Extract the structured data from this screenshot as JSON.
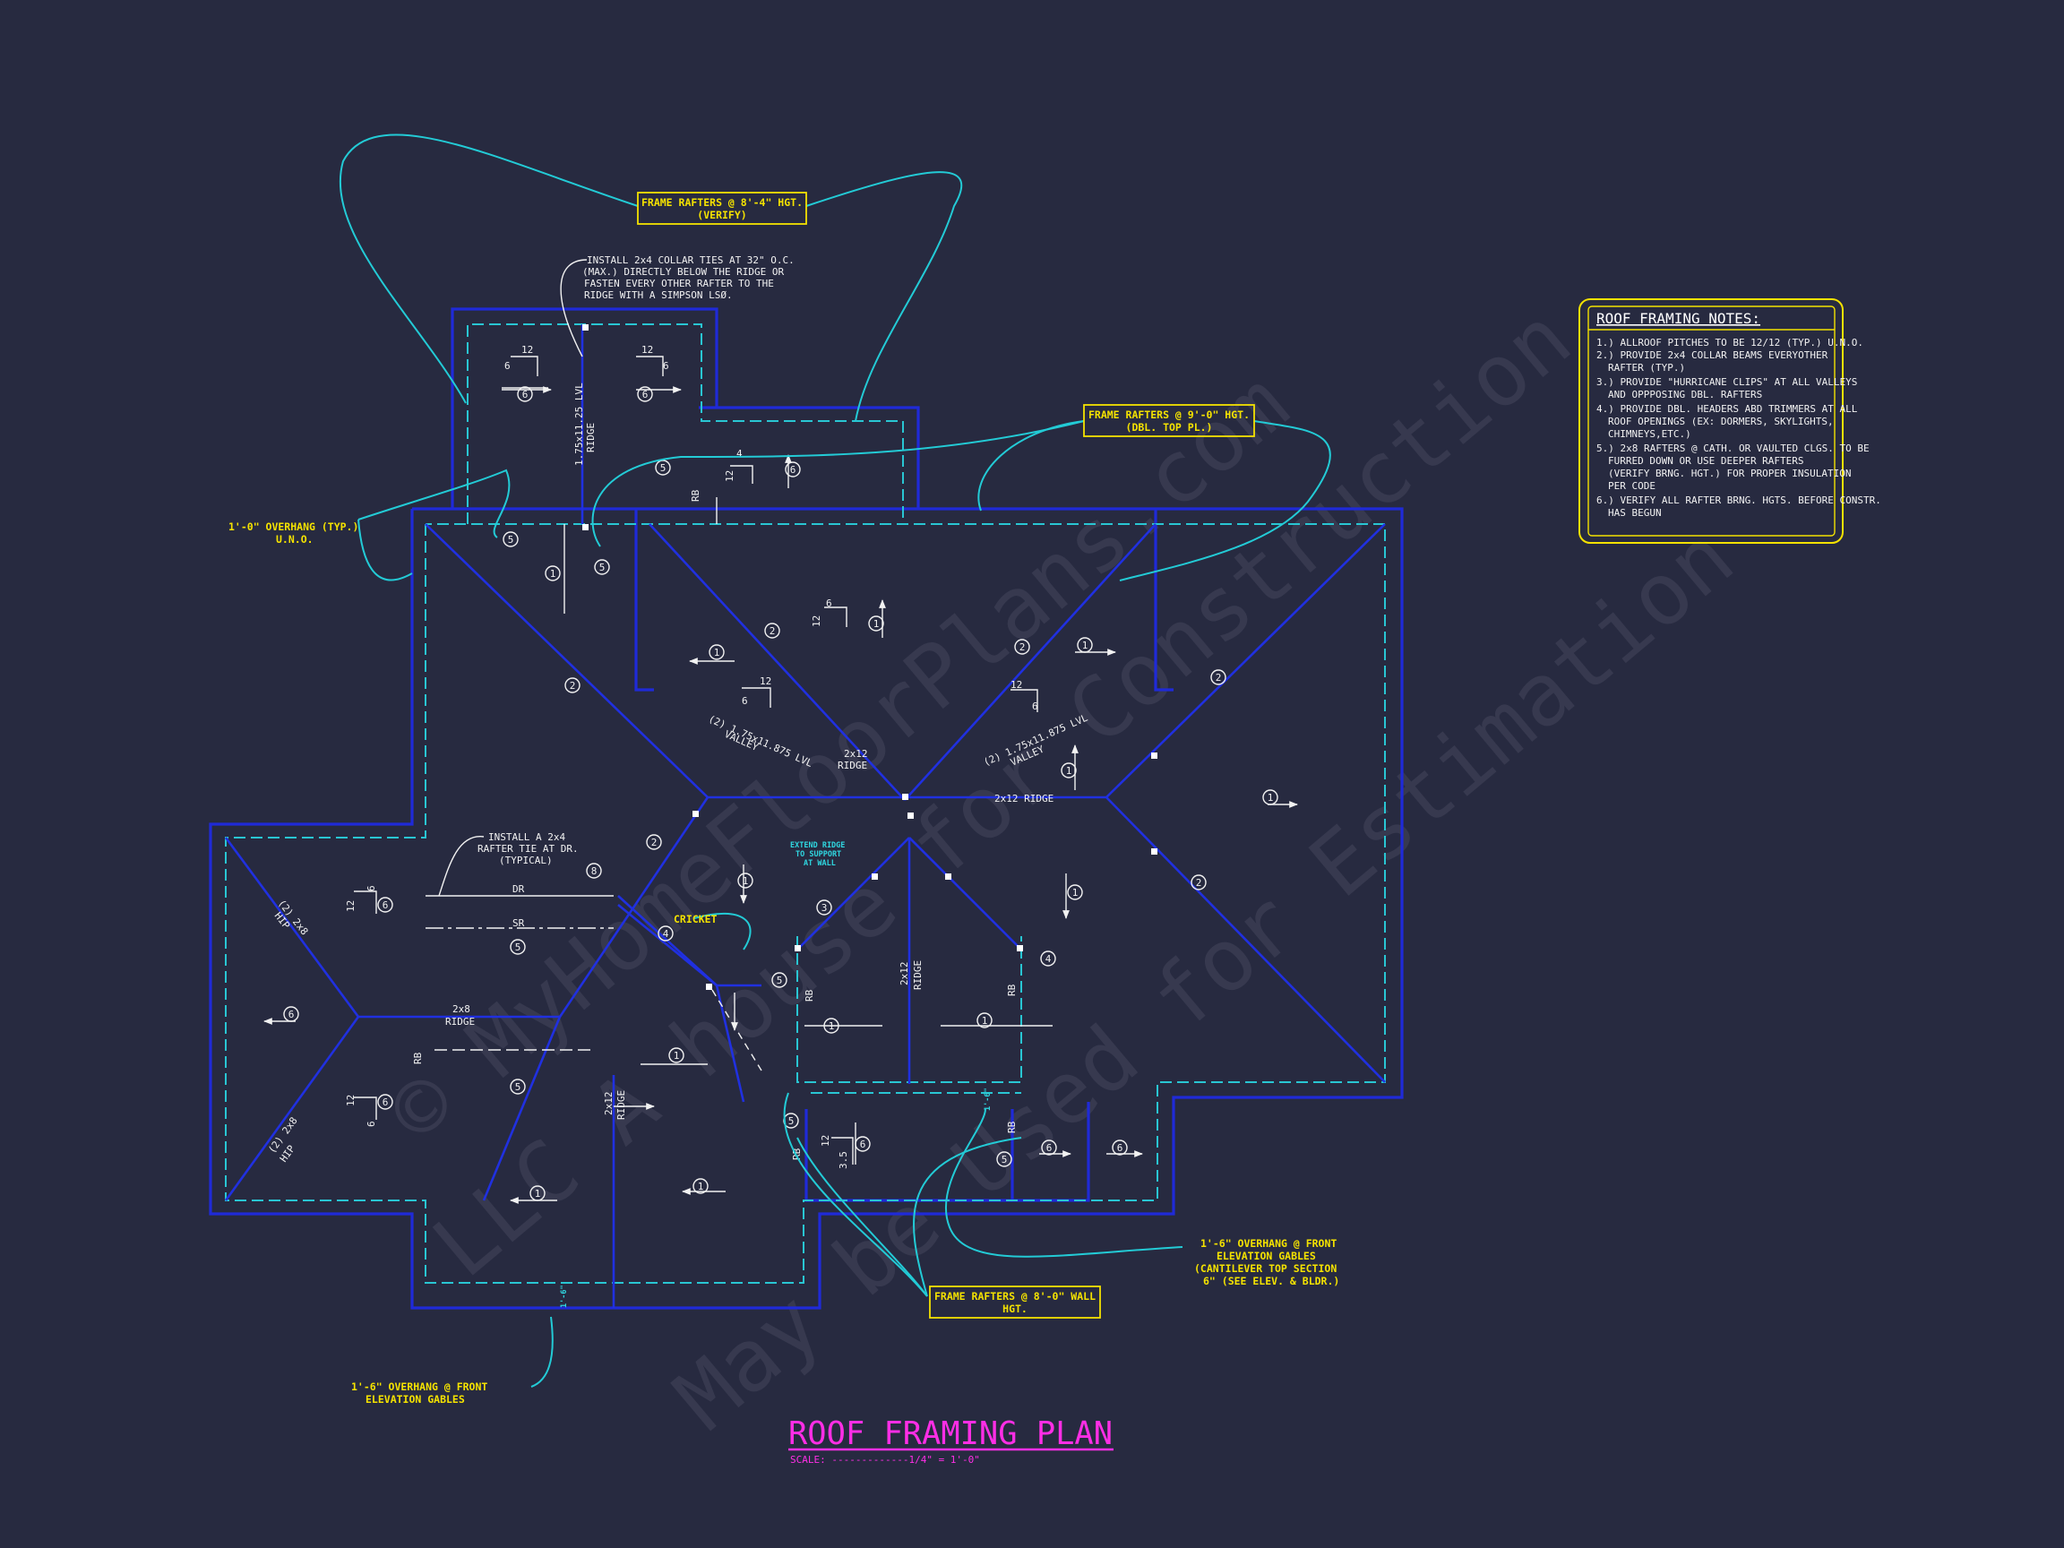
{
  "notes_title": "ROOF FRAMING NOTES:",
  "notes": [
    "1.) ALLROOF PITCHES TO BE 12/12 (TYP.) U.N.O.",
    "2.) PROVIDE 2x4 COLLAR BEAMS EVERYOTHER",
    "RAFTER (TYP.)",
    "3.) PROVIDE \"HURRICANE CLIPS\" AT ALL VALLEYS",
    "AND OPPPOSING DBL. RAFTERS",
    "4.) PROVIDE DBL. HEADERS ABD TRIMMERS AT ALL",
    "ROOF OPENINGS (EX: DORMERS, SKYLIGHTS,",
    "CHIMNEYS,ETC.)",
    "5.) 2x8 RAFTERS @ CATH. OR VAULTED CLGS. TO BE",
    "FURRED DOWN OR USE DEEPER RAFTERS",
    "(VERIFY BRNG. HGT.) FOR PROPER INSULATION",
    "PER CODE",
    "6.) VERIFY ALL RAFTER BRNG. HGTS. BEFORE CONSTR.",
    "HAS BEGUN"
  ],
  "callouts": {
    "frame_84_l1": "FRAME RAFTERS @ 8'-4\" HGT.",
    "frame_84_l2": "(VERIFY)",
    "frame_90_l1": "FRAME RAFTERS @ 9'-0\" HGT.",
    "frame_90_l2": "(DBL. TOP PL.)",
    "frame_80_l1": "FRAME RAFTERS @ 8'-0\" WALL",
    "frame_80_l2": "HGT.",
    "collar_l1": "INSTALL 2x4 COLLAR TIES AT 32\" O.C.",
    "collar_l2": "(MAX.) DIRECTLY BELOW THE RIDGE OR",
    "collar_l3": "FASTEN EVERY OTHER RAFTER TO THE",
    "collar_l4": "RIDGE WITH A SIMPSON LSØ.",
    "overhang_typ_l1": "1'-0\" OVERHANG (TYP.)",
    "overhang_typ_l2": "U.N.O.",
    "rafter_tie_l1": "INSTALL A 2x4",
    "rafter_tie_l2": "RAFTER TIE AT DR.",
    "rafter_tie_l3": "(TYPICAL)",
    "cricket": "CRICKET",
    "extend_l1": "EXTEND RIDGE",
    "extend_l2": "TO SUPPORT",
    "extend_l3": "AT WALL",
    "front_gable_r_l1": "1'-6\" OVERHANG @ FRONT",
    "front_gable_r_l2": "ELEVATION GABLES",
    "front_gable_r_l3": "(CANTILEVER TOP SECTION",
    "front_gable_r_l4": "6\" (SEE ELEV. & BLDR.)",
    "front_gable_l_l1": "1'-6\" OVERHANG @ FRONT",
    "front_gable_l_l2": "ELEVATION GABLES"
  },
  "members": {
    "lvl_ridge_top": "1.75x11.25 LVL",
    "ridge_word": "RIDGE",
    "valley_word": "VALLEY",
    "lvl_valley_left": "(2) 1.75x11.875 LVL",
    "lvl_valley_right": "(2) 1.75x11.875 LVL",
    "ridge_2x12": "2x12",
    "ridge_2x12_right": "2x12 RIDGE",
    "ridge_2x8": "2x8",
    "hip_2x8": "(2) 2x8",
    "hip_word": "HIP",
    "dr": "DR",
    "sr": "SR",
    "rb": "RB",
    "pitch_12": "12",
    "pitch_6": "6",
    "pitch_4": "4",
    "pitch_35": "3.5",
    "dim_16": "1'-6\""
  },
  "tags": {
    "t1": "1",
    "t2": "2",
    "t3": "3",
    "t4": "4",
    "t5": "5",
    "t6": "6",
    "t8": "8"
  },
  "title": {
    "main": "ROOF FRAMING PLAN",
    "scale": "SCALE: -------------1/4\" = 1'-0\""
  },
  "watermark": {
    "line1": "© MyHomeFloorPlans.com",
    "line2": "LLC A house for Construction",
    "line3": "May be Used for Estimation"
  },
  "colors": {
    "background": "#272a40",
    "wall": "#1f2ad8",
    "overhang": "#29c6d3",
    "callout": "#f4e200",
    "title": "#ff2ee6",
    "leader": "#23cbd6"
  }
}
